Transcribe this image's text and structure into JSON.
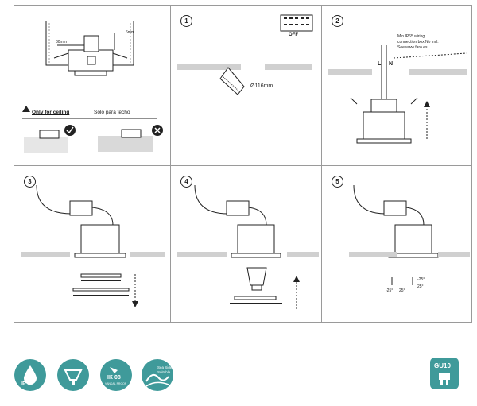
{
  "dims": {
    "top": "6mm",
    "side": "80mm"
  },
  "labels": {
    "only_for_ceiling": "Only for ceiling",
    "solo_techo": "Sólo para techo",
    "off": "OFF",
    "diameter": "Ø116mm",
    "wiring": [
      "Min IP65 wiring",
      "connection box.No incl.",
      "See www.faro.es"
    ],
    "L": "L",
    "N": "N",
    "tilt_a": "-25°",
    "tilt_b": "25°",
    "tilt_c": "-25°",
    "tilt_d": "25°"
  },
  "steps": [
    "1",
    "2",
    "3",
    "4",
    "5"
  ],
  "icons": {
    "ip": "IP 67",
    "ik": "IK 08",
    "ik_sub": "VANDAL PROOF",
    "sea": "Sea Side",
    "sea_sub": "Suitable",
    "gu": "GU10"
  },
  "colors": {
    "teal": "#3f9a9a",
    "line": "#222222",
    "hatch": "#bcbcbc"
  }
}
